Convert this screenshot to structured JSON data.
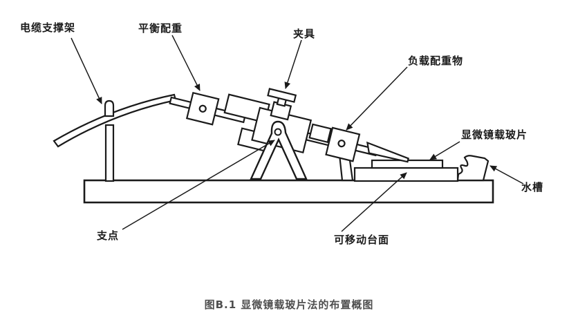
{
  "figure": {
    "caption": "图B.1 显微镜载玻片法的布置概图",
    "labels": {
      "cable_support": "电缆支撑架",
      "balance_weight": "平衡配重",
      "clamp": "夹具",
      "load_weight": "负载配重物",
      "microscope_slide": "显微镜载玻片",
      "water_trough": "水槽",
      "fulcrum": "支点",
      "movable_table": "可移动台面"
    },
    "colors": {
      "line": "#1a1a1a",
      "caption_text": "#4f4f4f",
      "background": "#ffffff"
    }
  }
}
